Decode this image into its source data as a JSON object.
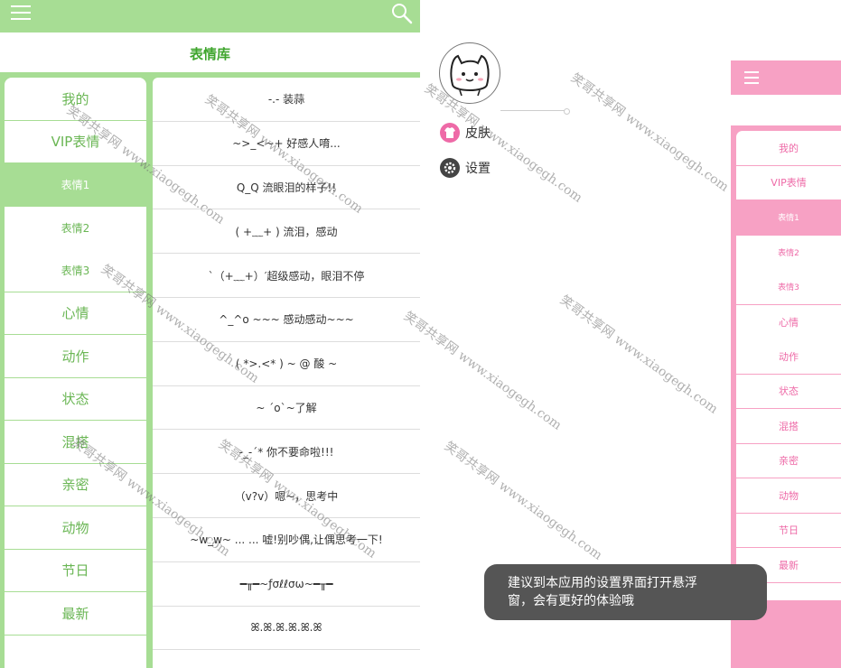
{
  "left": {
    "title": "表情库",
    "categories": [
      {
        "label": "我的"
      },
      {
        "label": "VIP表情"
      },
      {
        "label": "表情1"
      },
      {
        "label": "表情2"
      },
      {
        "label": "表情3"
      },
      {
        "label": "心情"
      },
      {
        "label": "动作"
      },
      {
        "label": "状态"
      },
      {
        "label": "混搭"
      },
      {
        "label": "亲密"
      },
      {
        "label": "动物"
      },
      {
        "label": "节日"
      },
      {
        "label": "最新"
      }
    ],
    "active_category": "表情1",
    "emoticons": [
      "-.- 装蒜",
      "~>_<~+ 好感人唷...",
      "Q_Q 流眼泪的样子!!",
      "( +﹏+ ) 流泪，感动",
      "`（+﹏+）′超级感动，眼泪不停",
      "^_^o ~~~ 感动感动~~~",
      "( *>.<* ) ~ @ 酸 ~",
      "~ ´o`~了解",
      "-_-´* 你不要命啦!!!",
      "（v?v）嗯~，思考中",
      "~w_w~ ... ... 嘘!别吵偶,让偶思考一下!",
      "━╥━~ƒσℓℓσω~━╥━",
      "ꕤ.ꕤ.ꕤ.ꕤ.ꕤ.ꕤ"
    ]
  },
  "drawer": {
    "items": [
      {
        "label": "皮肤",
        "icon": "shirt-icon"
      },
      {
        "label": "设置",
        "icon": "gear-icon"
      }
    ]
  },
  "pink": {
    "categories": [
      "我的",
      "VIP表情",
      "表情1",
      "表情2",
      "表情3",
      "心情",
      "动作",
      "状态",
      "混搭",
      "亲密",
      "动物",
      "节日",
      "最新"
    ]
  },
  "toast": {
    "line1": "建议到本应用的设置界面打开悬浮",
    "line2": "窗，会有更好的体验哦"
  },
  "watermark": "笑哥共享网 www.xiaogegh.com",
  "colors": {
    "green": "#a7dd94",
    "green_text": "#3fa52d",
    "pink": "#f7a1c4",
    "pink_text": "#ee6aa7",
    "toast_bg": "#555555"
  }
}
